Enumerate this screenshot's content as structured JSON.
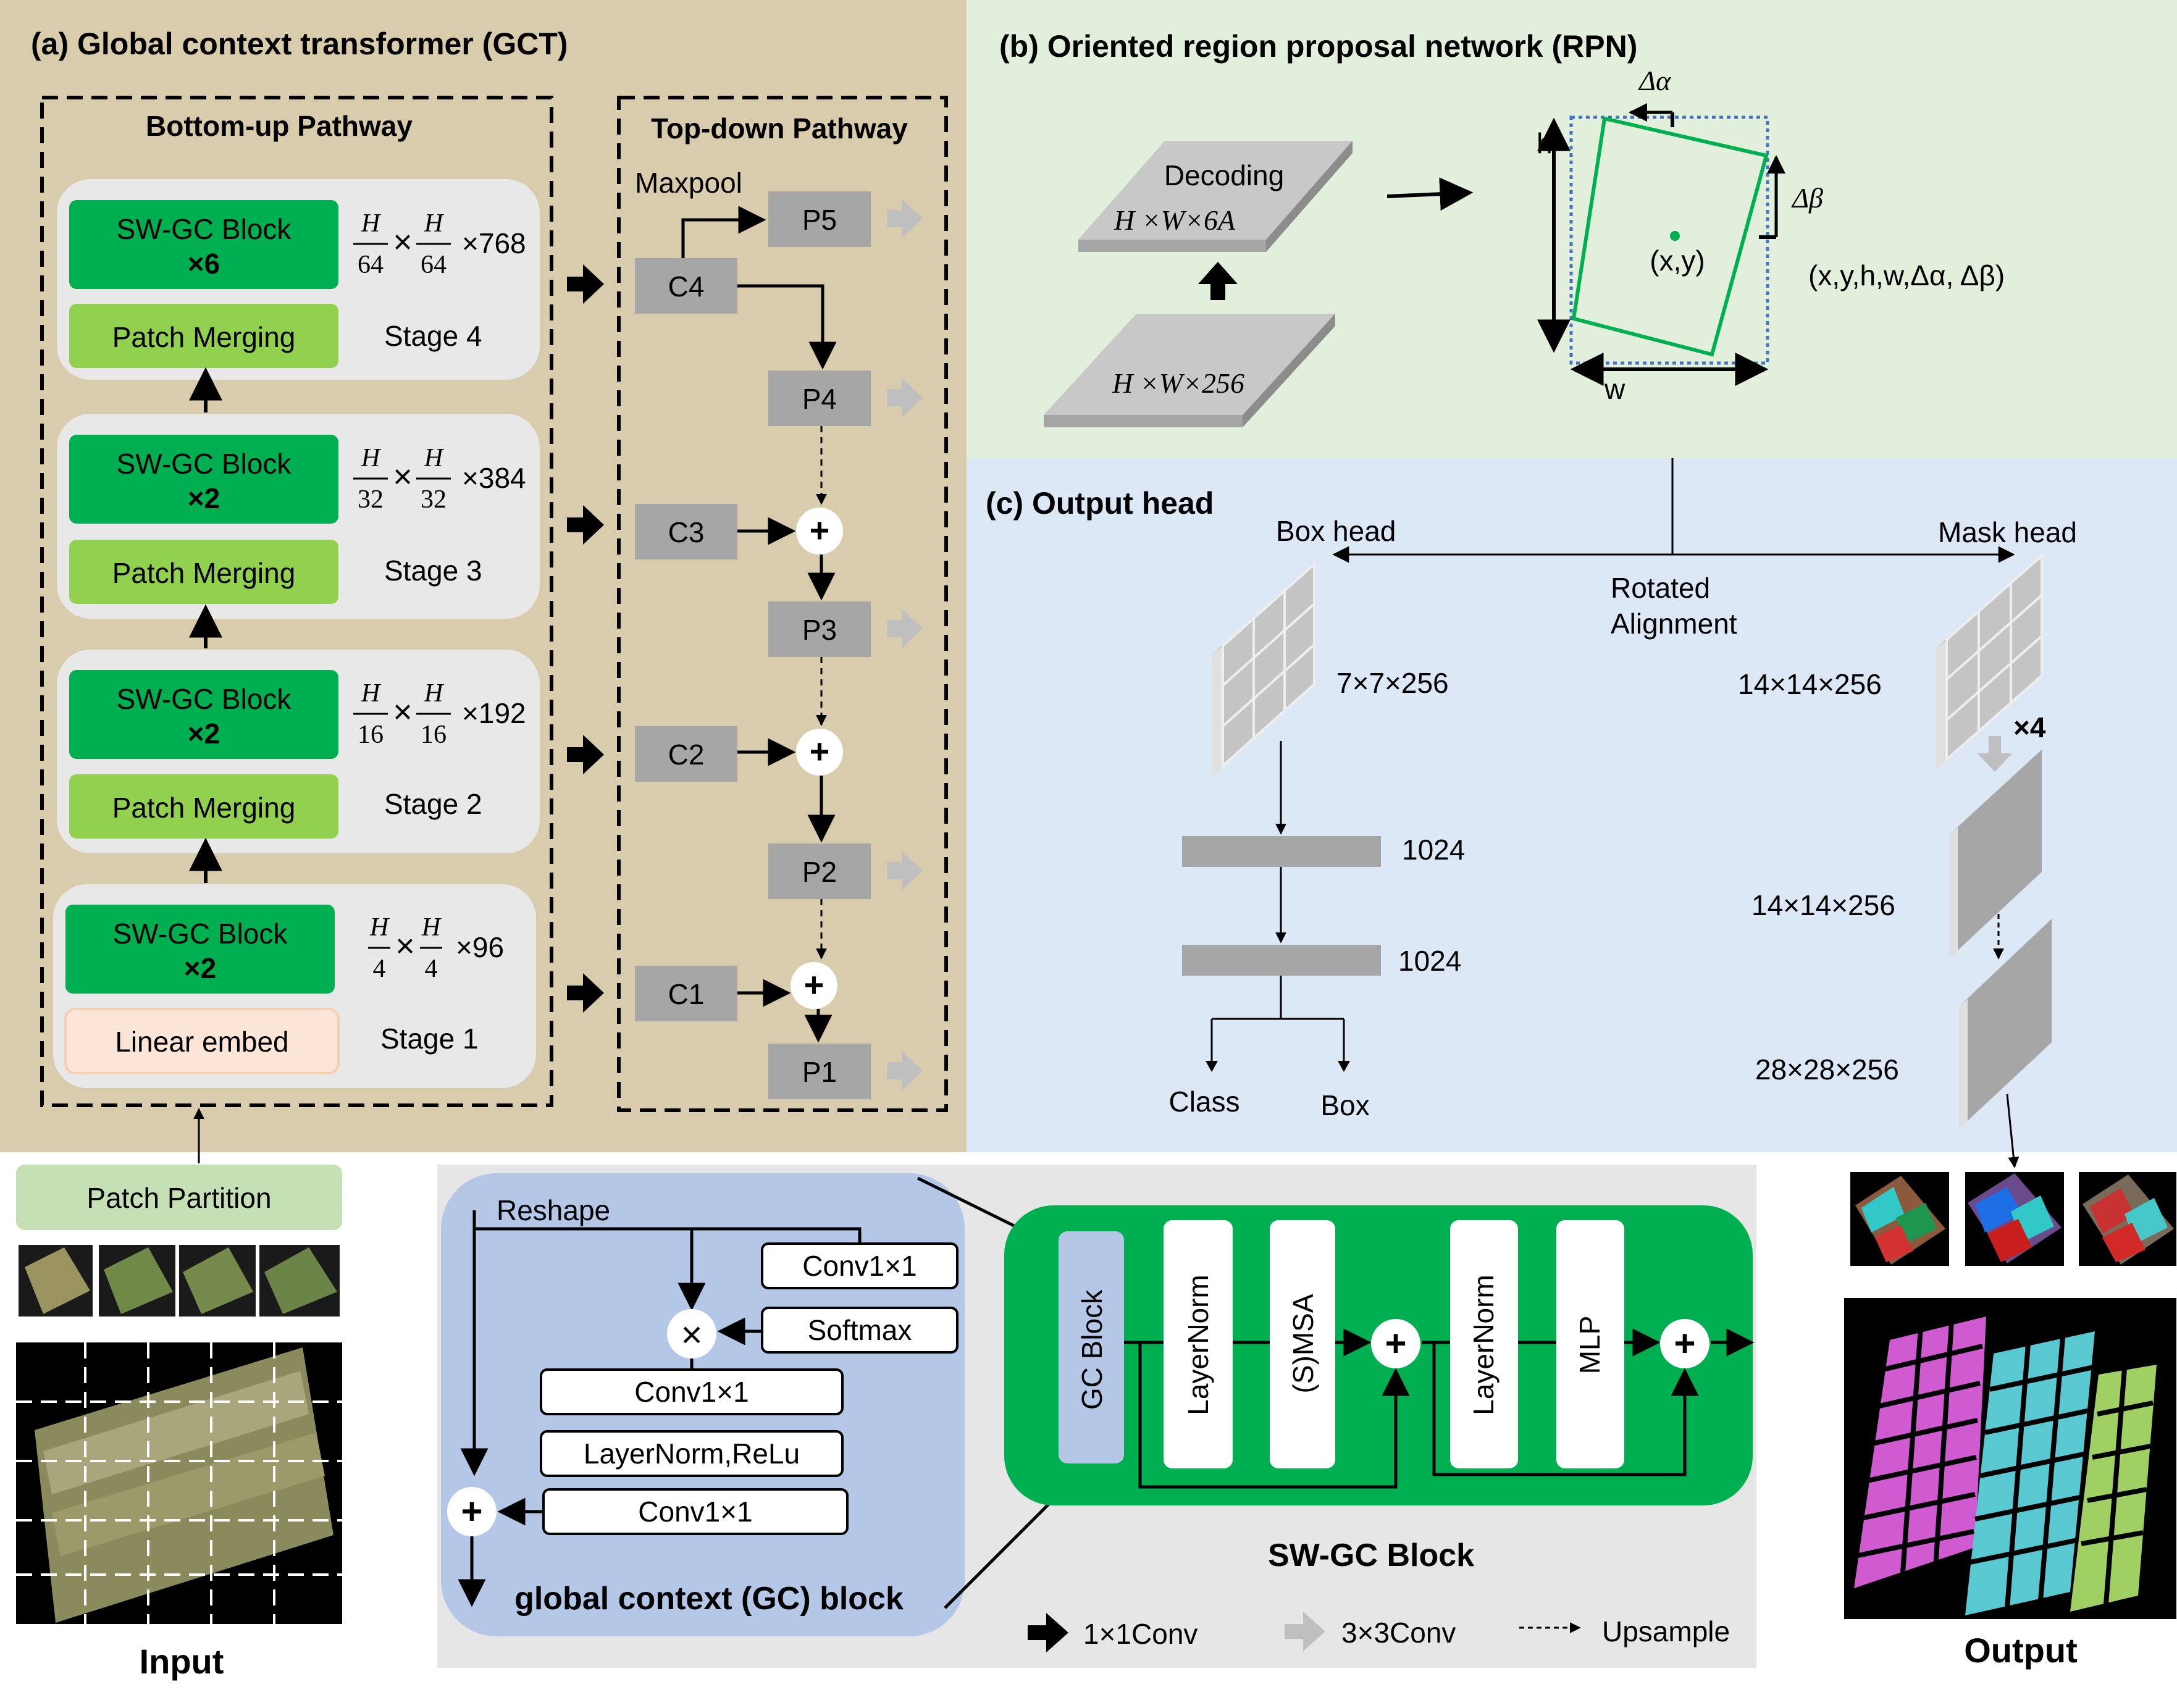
{
  "colors": {
    "panel_a_bg": "#d8ccad",
    "panel_b_bg": "#e2efda",
    "panel_c_bg": "#dce8f5",
    "legend_bg": "#e6e6e6",
    "gc_bg": "#b4c7e7",
    "dark_green": "#00b050",
    "light_green": "#92d050",
    "linear_embed": "#fbe5d6",
    "stage_box": "#e8e8e8",
    "feature_gray": "#a6a6a6",
    "box_green_outline": "#00b050",
    "dotted_blue": "#4472c4"
  },
  "panel_a": {
    "title": "(a) Global context transformer (GCT)",
    "bottom_up_title": "Bottom-up Pathway",
    "top_down_title": "Top-down Pathway",
    "stages": [
      {
        "block": "SW-GC Block",
        "repeat": "×6",
        "lower": "Patch Merging",
        "stage": "Stage 4",
        "dim_num": "H",
        "dim_den": "64",
        "channels": "×768"
      },
      {
        "block": "SW-GC Block",
        "repeat": "×2",
        "lower": "Patch Merging",
        "stage": "Stage 3",
        "dim_num": "H",
        "dim_den": "32",
        "channels": "×384"
      },
      {
        "block": "SW-GC Block",
        "repeat": "×2",
        "lower": "Patch Merging",
        "stage": "Stage 2",
        "dim_num": "H",
        "dim_den": "16",
        "channels": "×192"
      },
      {
        "block": "SW-GC Block",
        "repeat": "×2",
        "lower": "Linear embed",
        "stage": "Stage 1",
        "dim_num": "H",
        "dim_den": "4",
        "channels": "×96"
      }
    ],
    "times": "×",
    "maxpool": "Maxpool",
    "c_nodes": [
      "C4",
      "C3",
      "C2",
      "C1"
    ],
    "p_nodes": [
      "P5",
      "P4",
      "P3",
      "P2",
      "P1"
    ],
    "plus": "+"
  },
  "panel_b": {
    "title": "(b) Oriented region proposal network (RPN)",
    "decoding_label": "Decoding",
    "decoding_dim": "H ×W×6A",
    "input_dim": "H ×W×256",
    "h_label": "h",
    "w_label": "w",
    "delta_a": "Δα",
    "delta_b": "Δβ",
    "center_label": "(x,y)",
    "tuple_label": "(x,y,h,w,Δα, Δβ)"
  },
  "panel_c": {
    "title": "(c) Output head",
    "box_head": "Box head",
    "mask_head": "Mask head",
    "rotated": "Rotated",
    "alignment": "Alignment",
    "box_dim": "7×7×256",
    "fc1": "1024",
    "fc2": "1024",
    "class_label": "Class",
    "box_label": "Box",
    "mask_dim1": "14×14×256",
    "mask_repeat": "×4",
    "mask_dim2": "14×14×256",
    "mask_dim3": "28×28×256"
  },
  "input": {
    "patch_partition": "Patch Partition",
    "label": "Input"
  },
  "gc_block": {
    "reshape": "Reshape",
    "conv_top": "Conv1×1",
    "softmax": "Softmax",
    "conv_mid": "Conv1×1",
    "layernorm_relu": "LayerNorm,ReLu",
    "conv_bottom": "Conv1×1",
    "times_symbol": "×",
    "plus_symbol": "+",
    "title": "global context (GC) block"
  },
  "swgc_block": {
    "gc": "GC Block",
    "ln1": "LayerNorm",
    "msa": "(S)MSA",
    "ln2": "LayerNorm",
    "mlp": "MLP",
    "plus": "+",
    "title": "SW-GC Block"
  },
  "legend": {
    "conv1": "1×1Conv",
    "conv3": "3×3Conv",
    "upsample": "Upsample"
  },
  "output": {
    "label": "Output"
  }
}
